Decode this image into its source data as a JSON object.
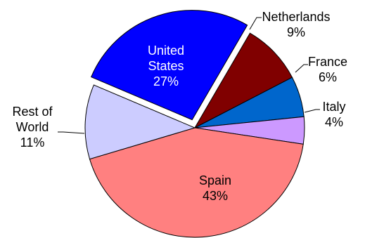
{
  "chart_data": {
    "type": "pie",
    "title": "",
    "slices": [
      {
        "label_lines": [
          "United",
          "States"
        ],
        "percent_text": "27%",
        "value": 27,
        "color": "#0000ff",
        "label_color": "#ffffff",
        "exploded": true
      },
      {
        "label_lines": [
          "Netherlands"
        ],
        "percent_text": "9%",
        "value": 9,
        "color": "#800000",
        "label_color": "#000000",
        "exploded": false
      },
      {
        "label_lines": [
          "France"
        ],
        "percent_text": "6%",
        "value": 6,
        "color": "#0066cc",
        "label_color": "#000000",
        "exploded": false
      },
      {
        "label_lines": [
          "Italy"
        ],
        "percent_text": "4%",
        "value": 4,
        "color": "#cc99ff",
        "label_color": "#000000",
        "exploded": false
      },
      {
        "label_lines": [
          "Spain"
        ],
        "percent_text": "43%",
        "value": 43,
        "color": "#ff8080",
        "label_color": "#000000",
        "exploded": false
      },
      {
        "label_lines": [
          "Rest of",
          "World"
        ],
        "percent_text": "11%",
        "value": 11,
        "color": "#ccccff",
        "label_color": "#000000",
        "exploded": false
      }
    ]
  }
}
